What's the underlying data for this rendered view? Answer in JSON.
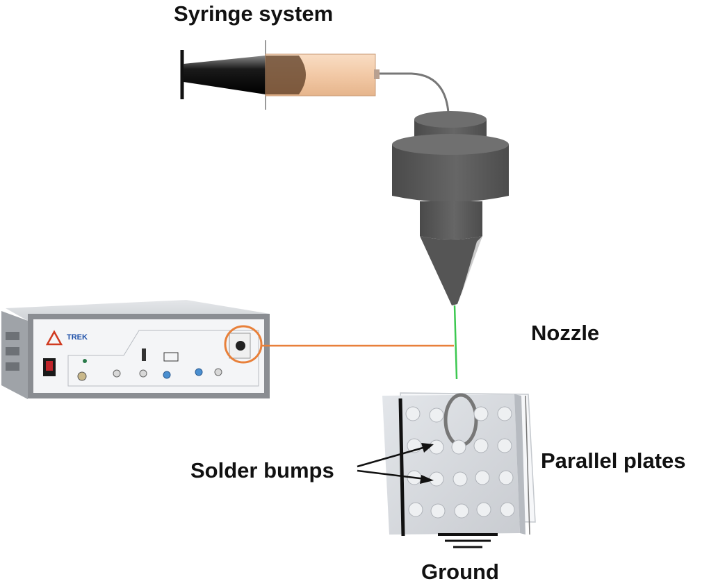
{
  "labels": {
    "syringe": "Syringe system",
    "nozzle": "Nozzle",
    "bumps": "Solder bumps",
    "plates": "Parallel plates",
    "ground": "Ground"
  },
  "device": {
    "brand": "TREK"
  },
  "colors": {
    "nozzle_body": "#5a5a5a",
    "syringe_fluid": "#f2c9a6",
    "syringe_plunger": "#1a1a1a",
    "connector_line": "#e8803a",
    "jet": "#3cc850",
    "plate": "#d9dde3",
    "device_panel": "#f4f5f7",
    "device_frame": "#8a8d92"
  }
}
